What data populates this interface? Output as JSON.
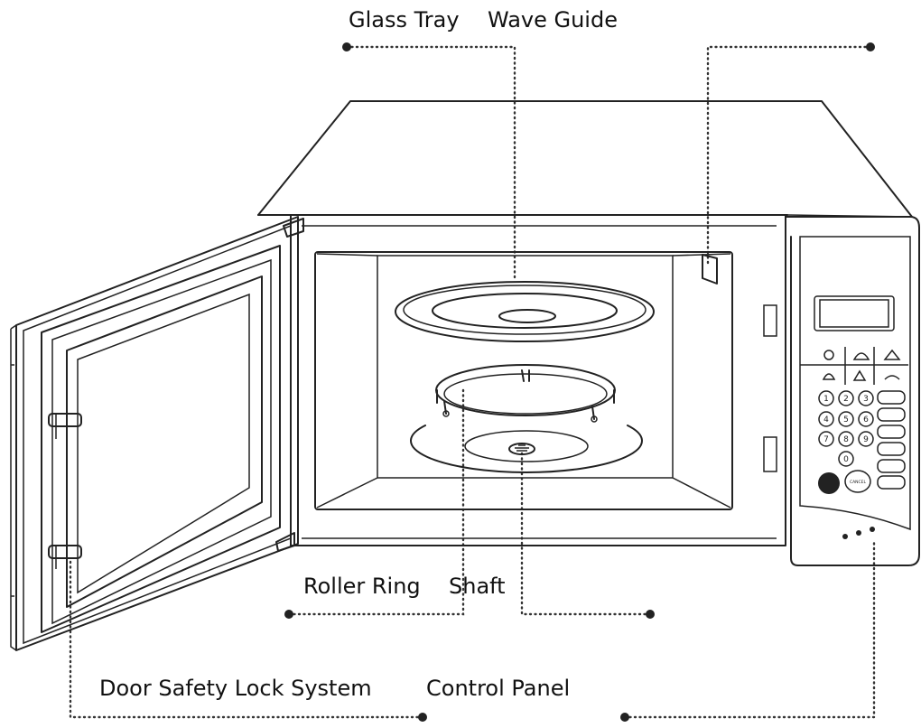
{
  "labels": {
    "glass_tray": "Glass Tray",
    "wave_guide": "Wave Guide",
    "roller_ring": "Roller Ring",
    "shaft": "Shaft",
    "door_safety_lock_system": "Door Safety Lock System",
    "control_panel": "Control Panel"
  },
  "keypad": {
    "digits": [
      "1",
      "2",
      "3",
      "4",
      "5",
      "6",
      "7",
      "8",
      "9",
      "0"
    ],
    "cancel_label": "CANCEL"
  }
}
